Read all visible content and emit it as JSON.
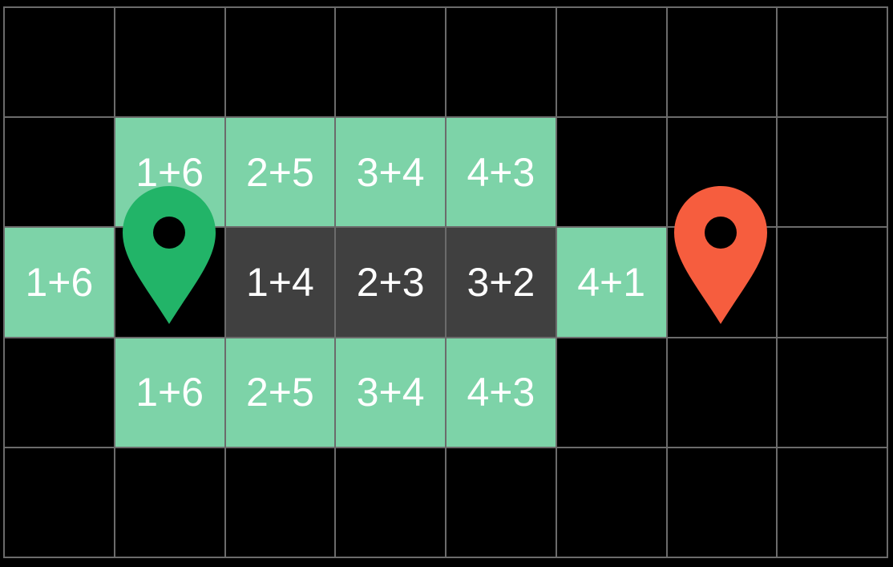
{
  "colors": {
    "background": "#000000",
    "grid_line": "#6b6b6b",
    "open_cell": "#7dd3a8",
    "path_cell": "#404040",
    "text": "#ffffff",
    "start_marker": "#22b468",
    "goal_marker": "#f65d3e"
  },
  "grid": {
    "cols": 8,
    "rows": 5,
    "cells": [
      [
        "",
        "",
        "",
        "",
        "",
        "",
        "",
        ""
      ],
      [
        "",
        "1+6",
        "2+5",
        "3+4",
        "4+3",
        "",
        "",
        ""
      ],
      [
        "1+6",
        "",
        "1+4",
        "2+3",
        "3+2",
        "4+1",
        "",
        ""
      ],
      [
        "",
        "1+6",
        "2+5",
        "3+4",
        "4+3",
        "",
        "",
        ""
      ],
      [
        "",
        "",
        "",
        "",
        "",
        "",
        "",
        ""
      ]
    ],
    "states": [
      [
        "empty",
        "empty",
        "empty",
        "empty",
        "empty",
        "empty",
        "empty",
        "empty"
      ],
      [
        "empty",
        "open",
        "open",
        "open",
        "open",
        "empty",
        "empty",
        "empty"
      ],
      [
        "open",
        "start",
        "path",
        "path",
        "path",
        "open",
        "goal",
        "empty"
      ],
      [
        "empty",
        "open",
        "open",
        "open",
        "open",
        "empty",
        "empty",
        "empty"
      ],
      [
        "empty",
        "empty",
        "empty",
        "empty",
        "empty",
        "empty",
        "empty",
        "empty"
      ]
    ]
  },
  "markers": {
    "start": {
      "icon": "map-pin-icon",
      "color": "#22b468"
    },
    "goal": {
      "icon": "map-pin-icon",
      "color": "#f65d3e"
    }
  }
}
